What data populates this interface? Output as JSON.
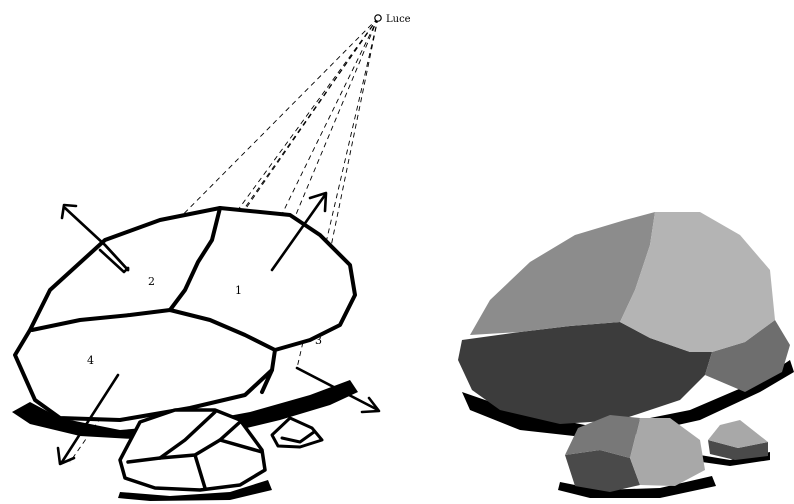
{
  "light": {
    "label": "Luce"
  },
  "faces": [
    {
      "id": "1",
      "label": "1"
    },
    {
      "id": "2",
      "label": "2"
    },
    {
      "id": "3",
      "label": "3"
    },
    {
      "id": "4",
      "label": "4"
    }
  ],
  "colors": {
    "outline": "#000000",
    "shadow": "#000000",
    "face_top_right": "#b4b4b4",
    "face_top_left": "#8c8c8c",
    "face_front": "#3c3c3c",
    "face_side": "#6e6e6e",
    "small_light": "#a8a8a8",
    "small_mid": "#787878",
    "small_dark": "#4a4a4a"
  }
}
